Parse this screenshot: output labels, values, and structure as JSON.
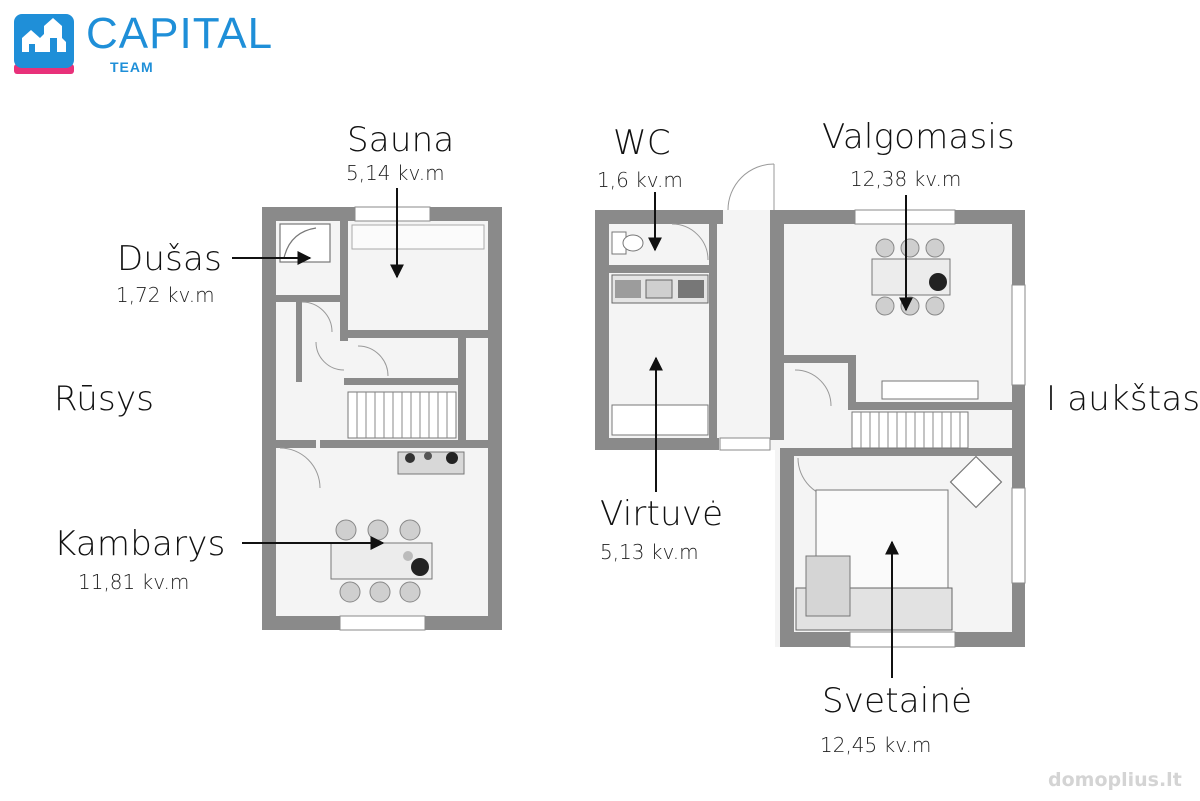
{
  "logo": {
    "name": "CAPITAL",
    "sub": "TEAM"
  },
  "watermark": "domoplius.lt",
  "levels": {
    "basement": "Rūsys",
    "first": "I aukštas"
  },
  "rooms": {
    "sauna": {
      "name": "Sauna",
      "area": "5,14 kv.m"
    },
    "dusas": {
      "name": "Dušas",
      "area": "1,72 kv.m"
    },
    "kambarys": {
      "name": "Kambarys",
      "area": "11,81 kv.m"
    },
    "wc": {
      "name": "WC",
      "area": "1,6 kv.m"
    },
    "virtuve": {
      "name": "Virtuvė",
      "area": "5,13 kv.m"
    },
    "valgomasis": {
      "name": "Valgomasis",
      "area": "12,38 kv.m"
    },
    "svetaine": {
      "name": "Svetainė",
      "area": "12,45 kv.m"
    }
  },
  "colors": {
    "wall": "#8a8a8a",
    "brand_blue": "#1f8fd8",
    "brand_pink": "#e8317a"
  }
}
